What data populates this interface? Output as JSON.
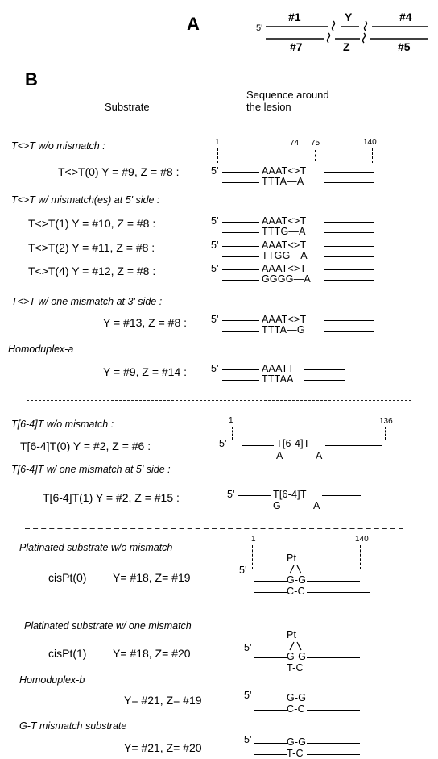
{
  "panel_a": {
    "label": "A",
    "five_prime": "5'",
    "top": [
      "#1",
      "Y",
      "#4"
    ],
    "bottom": [
      "#7",
      "Z",
      "#5"
    ]
  },
  "panel_b": {
    "label": "B",
    "col_substrate": "Substrate",
    "col_sequence_1": "Sequence around",
    "col_sequence_2": "the lesion"
  },
  "groups": {
    "g1": "T<>T  w/o mismatch :",
    "g2": "T<>T w/ mismatch(es) at 5' side :",
    "g3": "T<>T w/ one mismatch at 3' side :",
    "g4": "Homoduplex-a",
    "g5": "T[6-4]T w/o mismatch :",
    "g6": "T[6-4]T w/ one mismatch at 5' side :",
    "g7": "Platinated substrate w/o mismatch",
    "g8": "Platinated substrate w/ one mismatch",
    "g9": "Homoduplex-b",
    "g10": "G-T mismatch substrate"
  },
  "rows": {
    "r1": {
      "label": "T<>T(0) Y = #9, Z = #8 :",
      "prime": "5'",
      "top": "AAAT<>T",
      "bottom": "TTTA—A"
    },
    "r2": {
      "label": "T<>T(1) Y = #10, Z = #8 :",
      "prime": "5'",
      "top": "AAAT<>T",
      "bottom": "TTTG—A"
    },
    "r3": {
      "label": "T<>T(2) Y = #11, Z = #8 :",
      "prime": "5'",
      "top": "AAAT<>T",
      "bottom": "TTGG—A"
    },
    "r4": {
      "label": "T<>T(4) Y = #12, Z = #8 :",
      "prime": "5'",
      "top": "AAAT<>T",
      "bottom": "GGGG—A"
    },
    "r5": {
      "label": "Y = #13, Z = #8 :",
      "prime": "5'",
      "top": "AAAT<>T",
      "bottom": "TTTA—G"
    },
    "r6": {
      "label": "Y = #9, Z = #14 :",
      "prime": "5'",
      "top": "AAATT",
      "bottom": "TTTAA"
    },
    "r7": {
      "label": "T[6-4]T(0)  Y = #2, Z = #6 :",
      "prime": "5'",
      "top": "T[6-4]T",
      "bottom_a": "A",
      "bottom_b": "A"
    },
    "r8": {
      "label": "T[6-4]T(1)  Y = #2, Z = #15 :",
      "prime": "5'",
      "top": "T[6-4]T",
      "bottom_a": "G",
      "bottom_b": "A"
    },
    "r9": {
      "label_name": "cisPt(0)",
      "label_eq": "Y= #18, Z= #19",
      "prime": "5'",
      "pt": "Pt",
      "top": "G-G",
      "bottom": "C-C"
    },
    "r10": {
      "label_name": "cisPt(1)",
      "label_eq": "Y= #18, Z= #20",
      "prime": "5'",
      "pt": "Pt",
      "top": "G-G",
      "bottom": "T-C"
    },
    "r11": {
      "label_eq": "Y= #21, Z= #19",
      "prime": "5'",
      "top": "G-G",
      "bottom": "C-C"
    },
    "r12": {
      "label_eq": "Y= #21, Z= #20",
      "prime": "5'",
      "top": "G-G",
      "bottom": "T-C"
    }
  },
  "positions": {
    "p1": "1",
    "p74": "74",
    "p75": "75",
    "p140": "140",
    "p1b": "1",
    "p136": "136",
    "p1c": "1",
    "p140c": "140"
  }
}
